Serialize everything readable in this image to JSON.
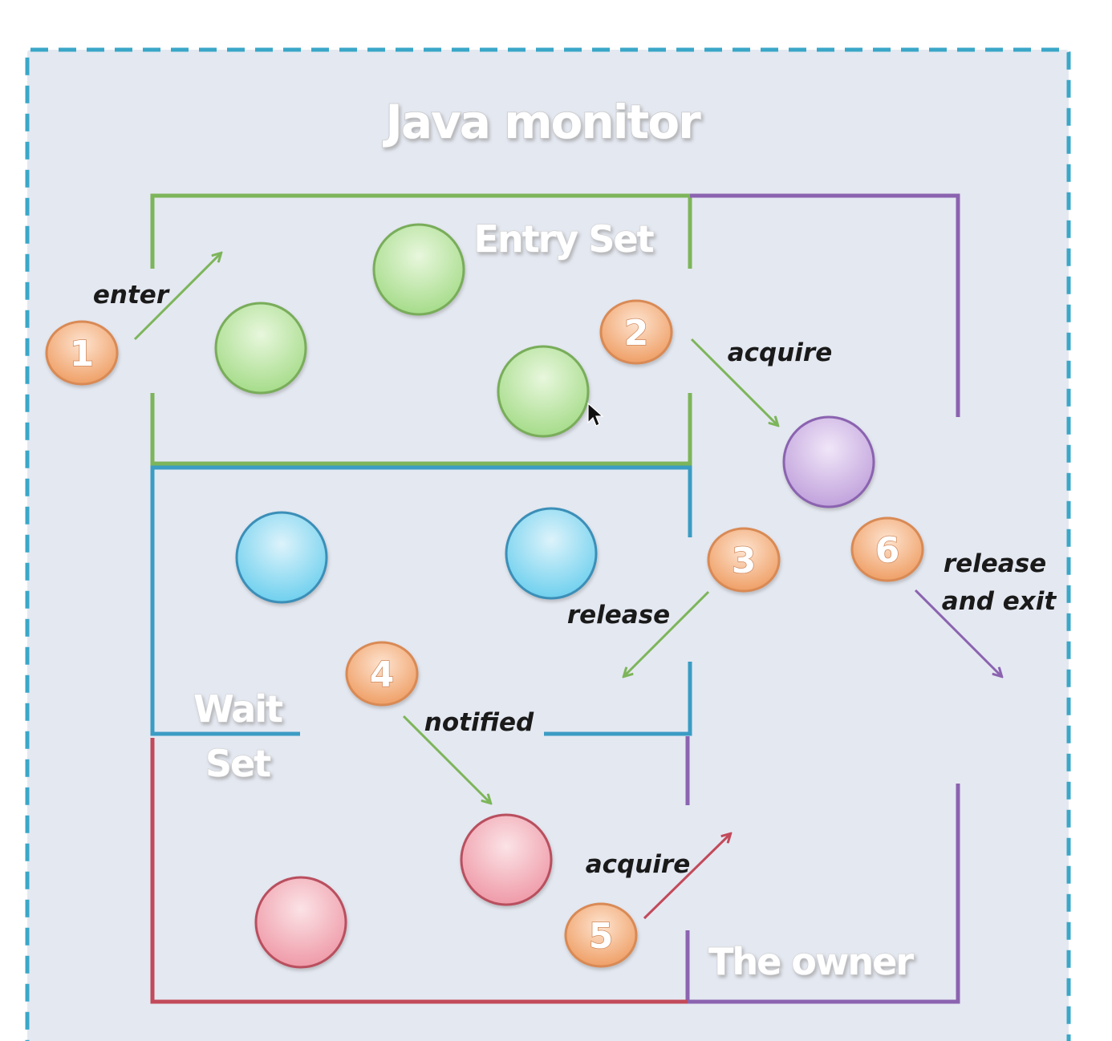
{
  "title": "Java monitor",
  "regions": {
    "entry_set": "Entry Set",
    "wait_set_line1": "Wait",
    "wait_set_line2": "Set",
    "owner": "The owner"
  },
  "steps": [
    {
      "number": "1",
      "label": "enter"
    },
    {
      "number": "2",
      "label": "acquire"
    },
    {
      "number": "3",
      "label": "release"
    },
    {
      "number": "4",
      "label": "notified"
    },
    {
      "number": "5",
      "label": "acquire"
    },
    {
      "number": "6",
      "label_line1": "release",
      "label_line2": "and exit"
    }
  ],
  "colors": {
    "monitor_border": "#3aa7c8",
    "monitor_fill": "#e4e8f1",
    "entry_set": "#7db55a",
    "wait_set": "#3b9cc4",
    "owner": "#8b63b0",
    "lower_region": "#c24a5a",
    "badge": "#eb9a62"
  }
}
